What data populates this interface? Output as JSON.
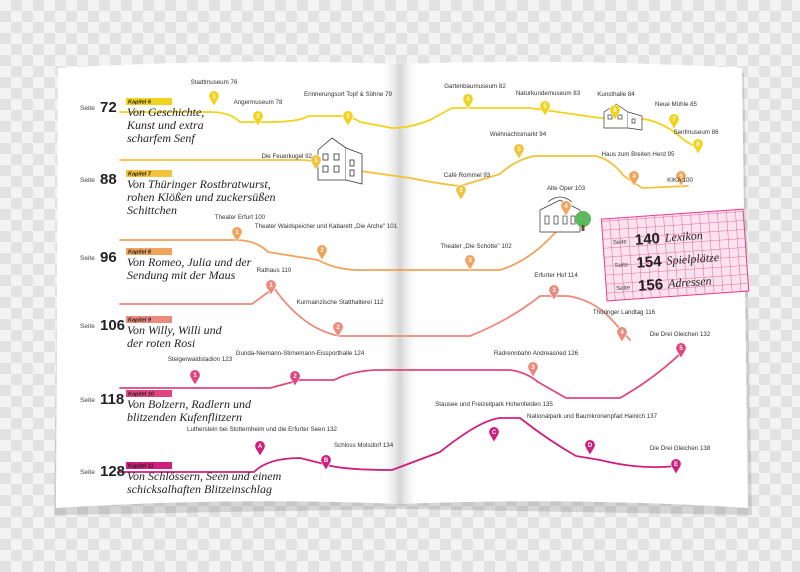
{
  "colors": {
    "yellow": "#f2d21b",
    "orange": "#f0a35b",
    "salmon": "#ec8a7d",
    "pink": "#e0467d",
    "magenta": "#cf1e7e",
    "lexikon_grid": "#e83e8c",
    "tree": "#5cb85c"
  },
  "chapters": [
    {
      "seite_label": "Seite",
      "seite": "72",
      "kapitel": "Kapitel 6",
      "title_lines": [
        "Von Geschichte,",
        "Kunst und extra",
        "scharfem Senf"
      ],
      "color": "#f2d21b",
      "stops": [
        {
          "n": "1",
          "label": "Stadtmuseum 76"
        },
        {
          "n": "2",
          "label": "Angermuseum 78"
        },
        {
          "n": "3",
          "label": "Erinnerungsort Topf & Söhne 79"
        },
        {
          "n": "4",
          "label": "Gartenbaumuseum 82"
        },
        {
          "n": "5",
          "label": "Naturkundemuseum 83"
        },
        {
          "n": "6",
          "label": "Kunsthalle 84"
        },
        {
          "n": "7",
          "label": "Neue Mühle 85"
        },
        {
          "n": "8",
          "label": "Senfmuseum 86"
        }
      ]
    },
    {
      "seite_label": "Seite",
      "seite": "88",
      "kapitel": "Kapitel 7",
      "title_lines": [
        "Von Thüringer Rostbratwurst,",
        "rohen Klößen und zuckersüßen",
        "Schittchen"
      ],
      "color": "#f2c23a",
      "stops": [
        {
          "n": "1",
          "label": "Die Feuerkugel 92"
        },
        {
          "n": "2",
          "label": "Café Rommel 93"
        },
        {
          "n": "3",
          "label": "Weihnachtsmarkt 94"
        },
        {
          "n": "4",
          "label": "Haus zum Breiten Herd 95"
        },
        {
          "n": "5",
          "label": "KIKA 100"
        }
      ]
    },
    {
      "seite_label": "Seite",
      "seite": "96",
      "kapitel": "Kapitel 8",
      "title_lines": [
        "Von Romeo, Julia und der",
        "Sendung mit der Maus"
      ],
      "color": "#f0a35b",
      "stops": [
        {
          "n": "1",
          "label": "Theater Erfurt 100"
        },
        {
          "n": "2",
          "label": "Theater Waidspeicher und Kabarett „Die Arche\" 101"
        },
        {
          "n": "3",
          "label": "Theater „Die Schotte\" 102"
        },
        {
          "n": "4",
          "label": "Alte Oper 103"
        }
      ]
    },
    {
      "seite_label": "Seite",
      "seite": "106",
      "kapitel": "Kapitel 9",
      "title_lines": [
        "Von Willy, Willi und",
        "der roten Rosi"
      ],
      "color": "#ec8a7d",
      "stops": [
        {
          "n": "1",
          "label": "Rathaus 110"
        },
        {
          "n": "2",
          "label": "Kurmainzische Statthalterei 112"
        },
        {
          "n": "3",
          "label": "Erfurter Hof 114"
        },
        {
          "n": "4",
          "label": "Thüringer Landtag 116"
        }
      ]
    },
    {
      "seite_label": "Seite",
      "seite": "118",
      "kapitel": "Kapitel 10",
      "title_lines": [
        "Von Bolzern, Radlern und",
        "blitzenden Kufenflitzern"
      ],
      "color": "#e0467d",
      "stops": [
        {
          "n": "1",
          "label": "Steigerwaldstadion 123"
        },
        {
          "n": "2",
          "label": "Gunda-Niemann-Stirnemann-Eissporthalle 124"
        },
        {
          "n": "3",
          "label": "Radrennbahn Andreasried 126"
        },
        {
          "n": "5",
          "label": "Die Drei Gleichen 132"
        }
      ]
    },
    {
      "seite_label": "Seite",
      "seite": "128",
      "kapitel": "Kapitel 11",
      "title_lines": [
        "Von Schlössern, Seen und einem",
        "schicksalhaften Blitzeinschlag"
      ],
      "color": "#cf1e7e",
      "stops": [
        {
          "n": "A",
          "label": "Lutherstein bei Stotternheim und die Erfurter Seen 132"
        },
        {
          "n": "B",
          "label": "Schloss Molsdorf 134"
        },
        {
          "n": "C",
          "label": "Stausee und Freizeitpark Hohenfelden 135"
        },
        {
          "n": "D",
          "label": "Nationalpark und Baumkronenpfad Hainich 137"
        },
        {
          "n": "E",
          "label": "Die Drei Gleichen 138"
        }
      ]
    }
  ],
  "lexikon": [
    {
      "seite_label": "Seite",
      "seite": "140",
      "label": "Lexikon"
    },
    {
      "seite_label": "Seite",
      "seite": "154",
      "label": "Spielplätze"
    },
    {
      "seite_label": "Seite",
      "seite": "156",
      "label": "Adressen"
    }
  ]
}
